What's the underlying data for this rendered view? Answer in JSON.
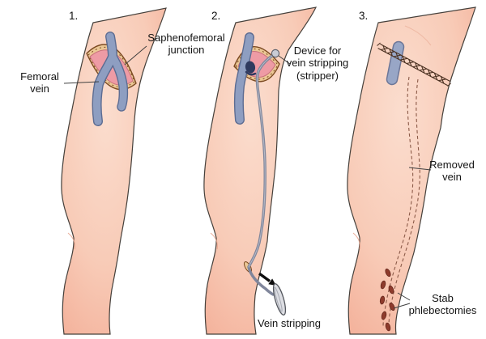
{
  "panels": [
    {
      "number": "1.",
      "labels": [
        {
          "id": "femoral-vein",
          "text": "Femoral\nvein"
        },
        {
          "id": "saphenofemoral-junction",
          "text": "Saphenofemoral\njunction"
        }
      ]
    },
    {
      "number": "2.",
      "labels": [
        {
          "id": "stripper-device",
          "text": "Device for\nvein stripping\n(stripper)"
        },
        {
          "id": "vein-stripping",
          "text": "Vein stripping"
        }
      ]
    },
    {
      "number": "3.",
      "labels": [
        {
          "id": "removed-vein",
          "text": "Removed\nvein"
        },
        {
          "id": "stab-phlebectomies",
          "text": "Stab\nphlebectomies"
        }
      ]
    }
  ],
  "colors": {
    "background": "#FFFFFF",
    "skin": "#F8CBB7",
    "skin_highlight": "#FBDDCE",
    "skin_shadow": "#F3AD96",
    "skin_outline": "#45403B",
    "vein": "#8E9EC1",
    "vein_outline": "#5C6C92",
    "incision_rim": "#EBC795",
    "incision_rim_outline": "#7C4A22",
    "incision_interior": "#EE9BA5",
    "cut_vein": "#2F3A5F",
    "stripper_metal": "#C9CCD5",
    "suture": "#4A3020",
    "phlebectomy_mark": "#8E3B2C",
    "leader_line": "#3F3F3F"
  }
}
